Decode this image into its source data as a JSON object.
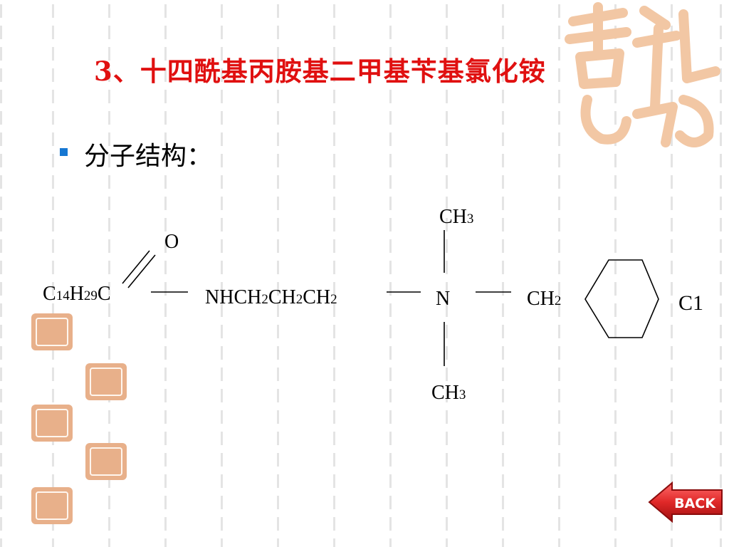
{
  "slide": {
    "title": "3、十四酰基丙胺基二甲基苄基氯化铵",
    "bullet_text": "分子结构："
  },
  "structure": {
    "oxygen": "O",
    "acyl_C": "C",
    "acyl_n14": "14",
    "acyl_H": "H",
    "acyl_n29": "29",
    "chain_NHCH": "NHCH",
    "chain_n2a": "2",
    "chain_CH_b": "CH",
    "chain_n2b": "2",
    "chain_CH_c": "CH",
    "chain_n2c": "2",
    "nitrogen": "N",
    "methyl_top_CH": "CH",
    "methyl_top_n3": "3",
    "methyl_bottom_CH": "CH",
    "methyl_bottom_n3": "3",
    "benzyl_CH": "CH",
    "benzyl_n2": "2",
    "chloride": "C1"
  },
  "back_button": {
    "label": "BACK"
  },
  "colors": {
    "title": "#e01010",
    "bullet": "#1677d2",
    "seal": "#e8b08a",
    "back_button": "#e02828"
  }
}
